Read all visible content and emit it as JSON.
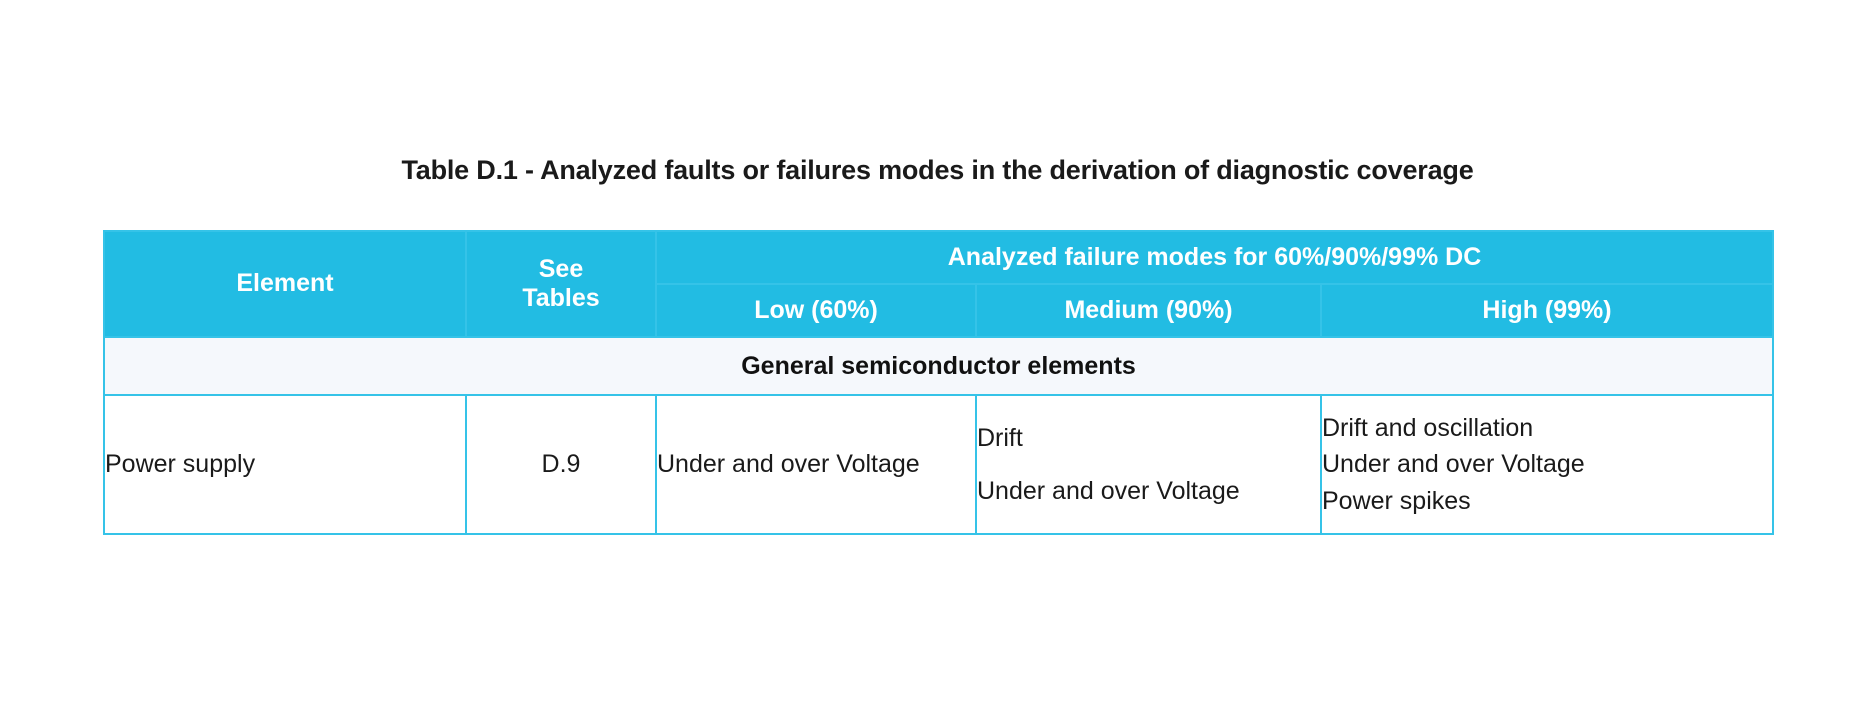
{
  "title": "Table D.1 - Analyzed faults or failures modes in the derivation of diagnostic coverage",
  "colors": {
    "header_blue": "#22BCE3",
    "border_blue": "#35C3E8",
    "section_band": "#F5F8FC",
    "header_text": "#FFFFFF",
    "body_text": "#1A1A1A"
  },
  "table": {
    "headers": {
      "element": "Element",
      "see_tables": "See\nTables",
      "see_tables_line1": "See",
      "see_tables_line2": "Tables",
      "group": "Analyzed failure modes for 60%/90%/99% DC",
      "sub": [
        "Low (60%)",
        "Medium (90%)",
        "High (99%)"
      ]
    },
    "sections": [
      {
        "label": "General semiconductor elements",
        "rows": [
          {
            "element": "Power supply",
            "see_tables": "D.9",
            "low": [
              "Under and over Voltage"
            ],
            "medium": [
              "Drift",
              "Under and over Voltage"
            ],
            "high": [
              "Drift and oscillation",
              "Under and over Voltage",
              "Power spikes"
            ]
          }
        ]
      }
    ]
  }
}
